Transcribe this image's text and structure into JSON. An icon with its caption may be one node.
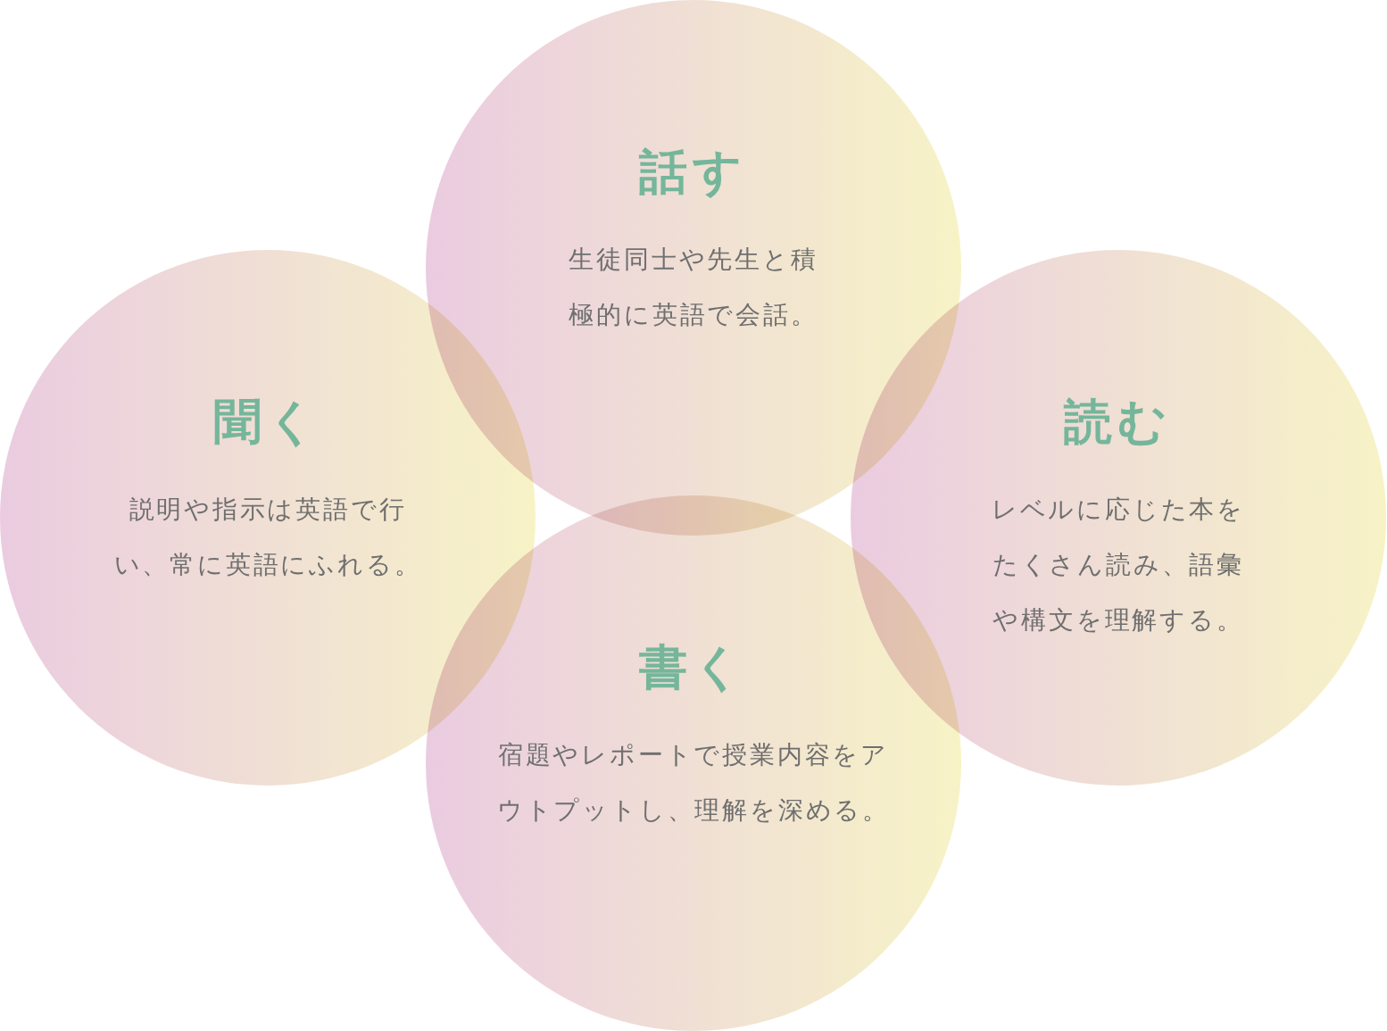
{
  "diagram": {
    "nodes": [
      {
        "text": [
          "話す",
          "生徒同士や先生と積極的に英語で会話。"
        ]
      },
      {
        "text": [
          "聞く",
          "説明や指示は英語で行い、常に英語にふれる。"
        ]
      },
      {
        "text": [
          "読む",
          "レベルに応じた本をたくさん読み、語彙や構文を理解する。"
        ]
      },
      {
        "text": [
          "書く",
          "宿題やレポートで授業内容をアウトプットし、理解を深める。"
        ]
      }
    ]
  }
}
